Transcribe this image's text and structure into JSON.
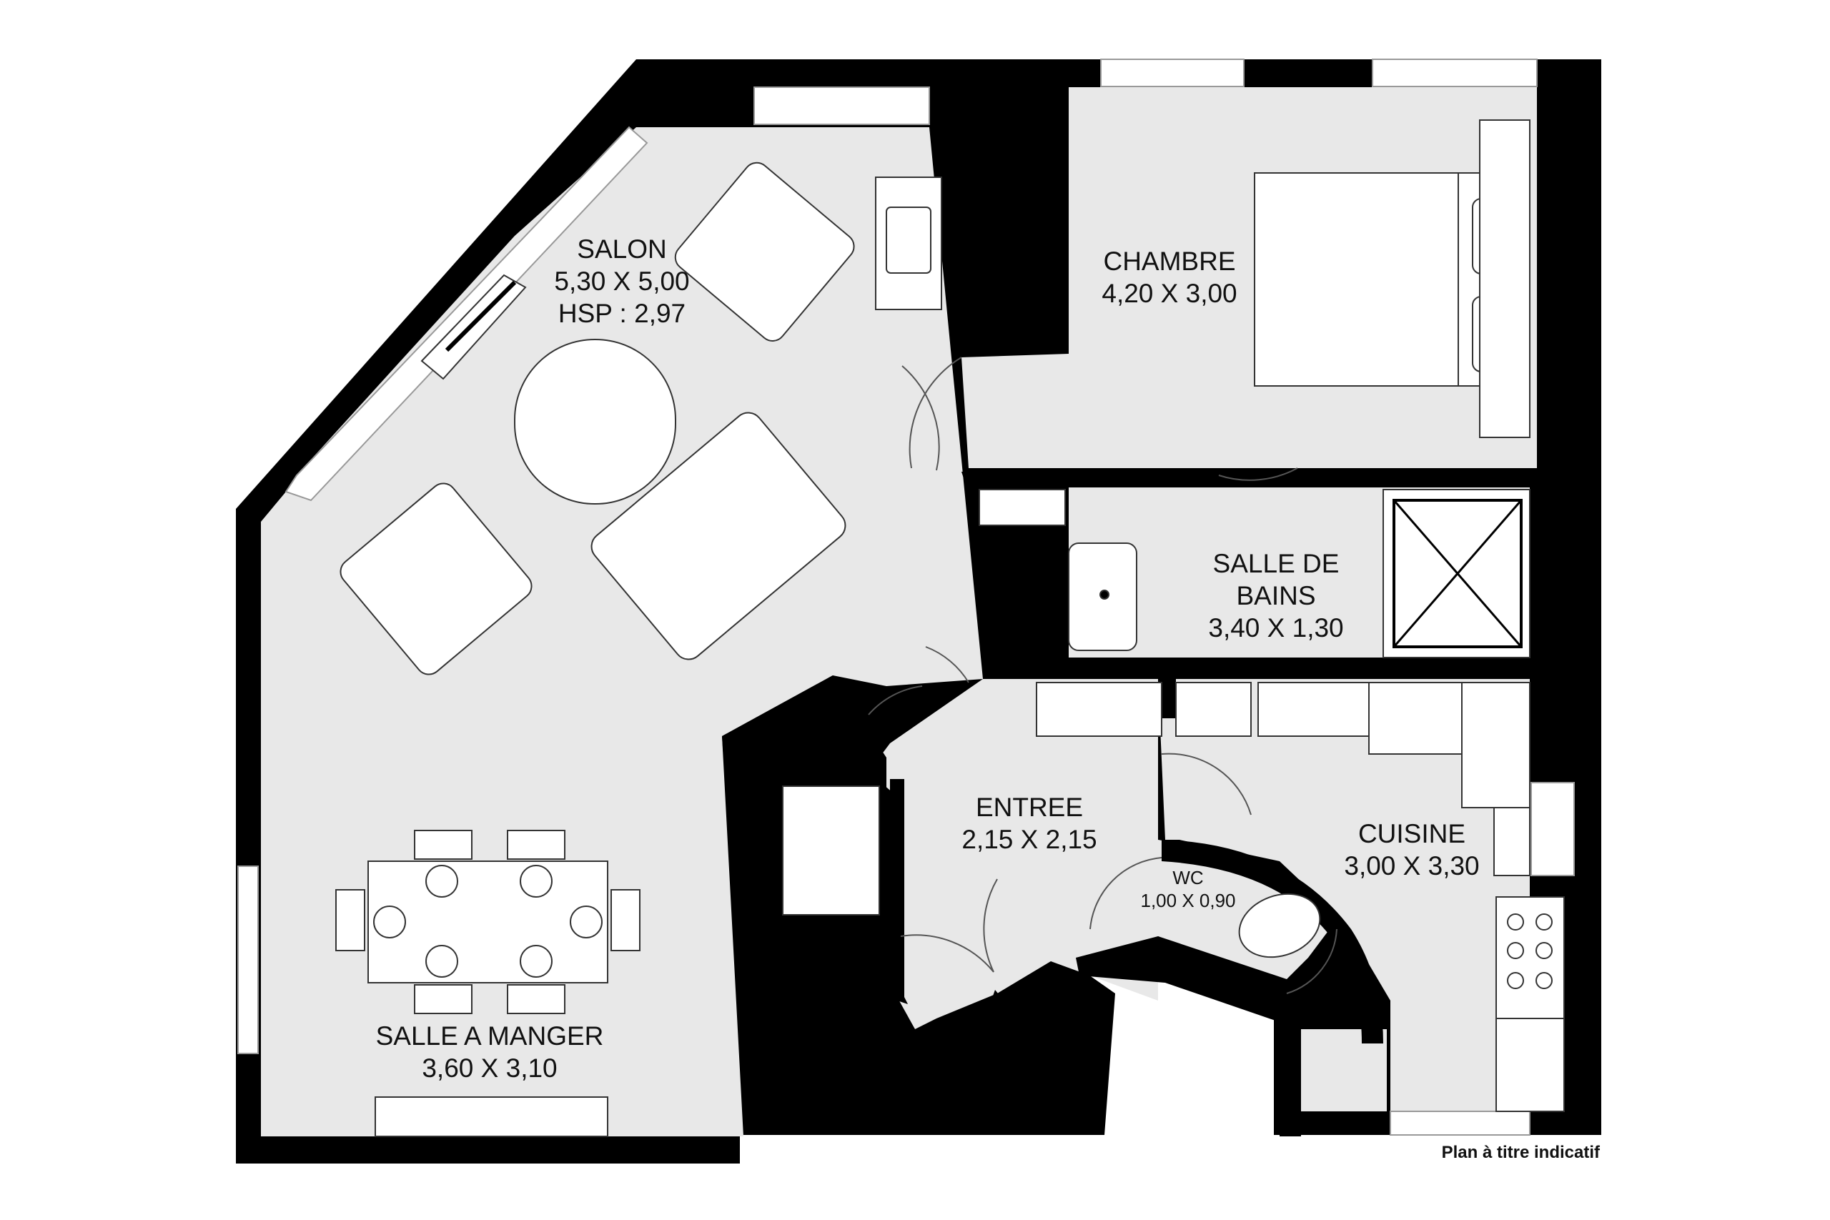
{
  "rooms": {
    "salon": {
      "name": "SALON",
      "dims": "5,30 X 5,00",
      "hsp": "HSP : 2,97"
    },
    "chambre": {
      "name": "CHAMBRE",
      "dims": "4,20 X 3,00"
    },
    "salle_de_bains": {
      "name_line1": "SALLE DE",
      "name_line2": "BAINS",
      "dims": "3,40 X 1,30"
    },
    "entree": {
      "name": "ENTREE",
      "dims": "2,15 X 2,15"
    },
    "wc": {
      "name": "WC",
      "dims": "1,00 X 0,90"
    },
    "cuisine": {
      "name": "CUISINE",
      "dims": "3,00 X 3,30"
    },
    "salle_a_manger": {
      "name": "SALLE A MANGER",
      "dims": "3,60 X 3,10"
    }
  },
  "footer_note": "Plan à titre indicatif",
  "colors": {
    "wall": "#000000",
    "floor": "#e8e8e8",
    "furniture": "#ffffff",
    "line": "#333333"
  },
  "icons": {
    "entrance": "arrow-up-icon",
    "fireplace": "fireplace-icon"
  }
}
